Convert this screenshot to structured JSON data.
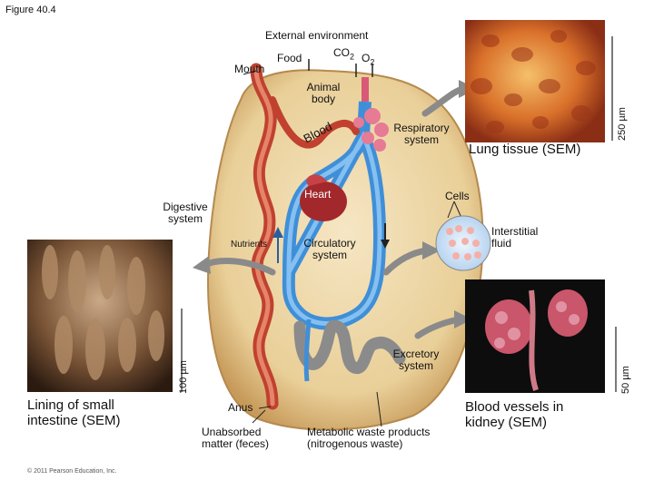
{
  "figure_label": "Figure 40.4",
  "labels": {
    "external_environment": "External environment",
    "food": "Food",
    "co2": "CO",
    "co2_sub": "2",
    "o2": "O",
    "o2_sub": "2",
    "mouth": "Mouth",
    "animal_body_line1": "Animal",
    "animal_body_line2": "body",
    "blood": "Blood",
    "respiratory_line1": "Respiratory",
    "respiratory_line2": "system",
    "heart": "Heart",
    "cells": "Cells",
    "digestive_line1": "Digestive",
    "digestive_line2": "system",
    "nutrients": "Nutrients",
    "circulatory_line1": "Circulatory",
    "circulatory_line2": "system",
    "interstitial_line1": "Interstitial",
    "interstitial_line2": "fluid",
    "excretory_line1": "Excretory",
    "excretory_line2": "system",
    "anus": "Anus",
    "unabsorbed_line1": "Unabsorbed",
    "unabsorbed_line2": "matter (feces)",
    "metabolic_line1": "Metabolic waste products",
    "metabolic_line2": "(nitrogenous waste)"
  },
  "captions": {
    "lung": "Lung tissue (SEM)",
    "intestine_line1": "Lining of small",
    "intestine_line2": "intestine (SEM)",
    "kidney_line1": "Blood vessels in",
    "kidney_line2": "kidney (SEM)"
  },
  "scale_bars": {
    "lung": "250 µm",
    "intestine": "100 µm",
    "kidney": "50 µm"
  },
  "copyright": "© 2011 Pearson Education, Inc."
}
